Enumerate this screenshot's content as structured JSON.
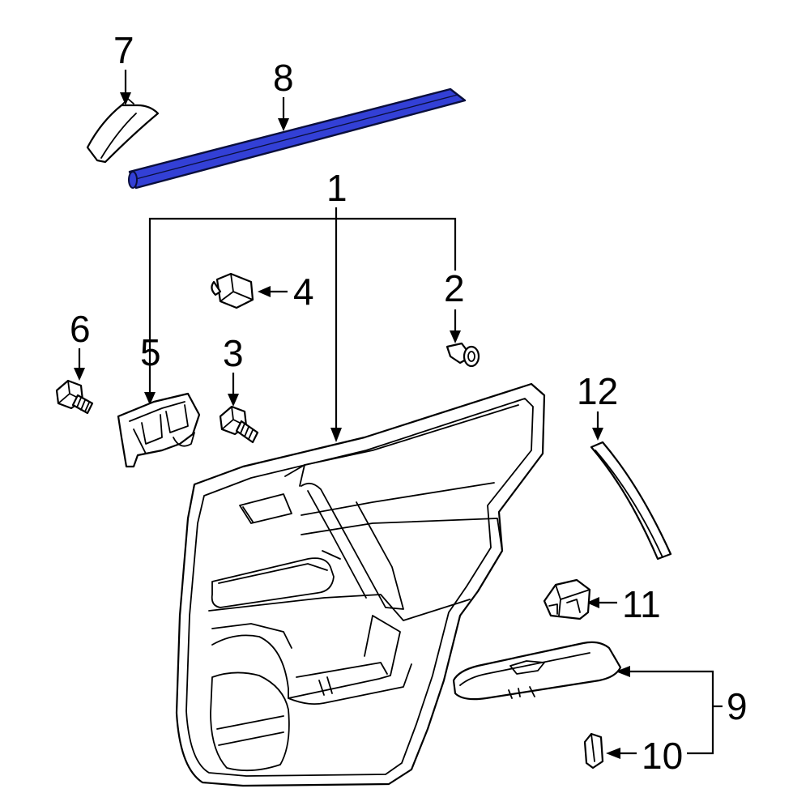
{
  "colors": {
    "background": "#ffffff",
    "line": "#000000",
    "highlight_fill": "#3340d6",
    "highlight_stroke": "#0a0f3c"
  },
  "callouts": [
    {
      "id": "1",
      "label": "1"
    },
    {
      "id": "2",
      "label": "2"
    },
    {
      "id": "3",
      "label": "3"
    },
    {
      "id": "4",
      "label": "4"
    },
    {
      "id": "5",
      "label": "5"
    },
    {
      "id": "6",
      "label": "6"
    },
    {
      "id": "7",
      "label": "7"
    },
    {
      "id": "8",
      "label": "8"
    },
    {
      "id": "9",
      "label": "9"
    },
    {
      "id": "10",
      "label": "10"
    },
    {
      "id": "11",
      "label": "11"
    },
    {
      "id": "12",
      "label": "12"
    }
  ],
  "highlighted_part": "8"
}
